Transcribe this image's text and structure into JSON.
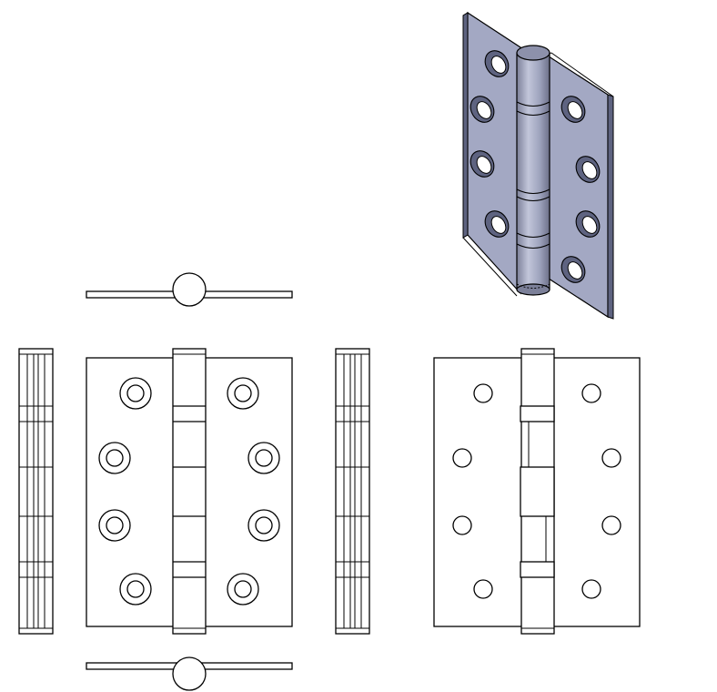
{
  "drawing": {
    "subject": "butt hinge",
    "colors": {
      "line": "#000000",
      "background": "#ffffff",
      "iso_leaf": "#a3a8c3",
      "iso_leaf_dark": "#5e6380",
      "iso_barrel": "#9ea3bd",
      "iso_barrel_light": "#c2c6da",
      "iso_hole": "#ffffff"
    },
    "hole_count_per_leaf": 4,
    "knuckle_count": 5
  }
}
